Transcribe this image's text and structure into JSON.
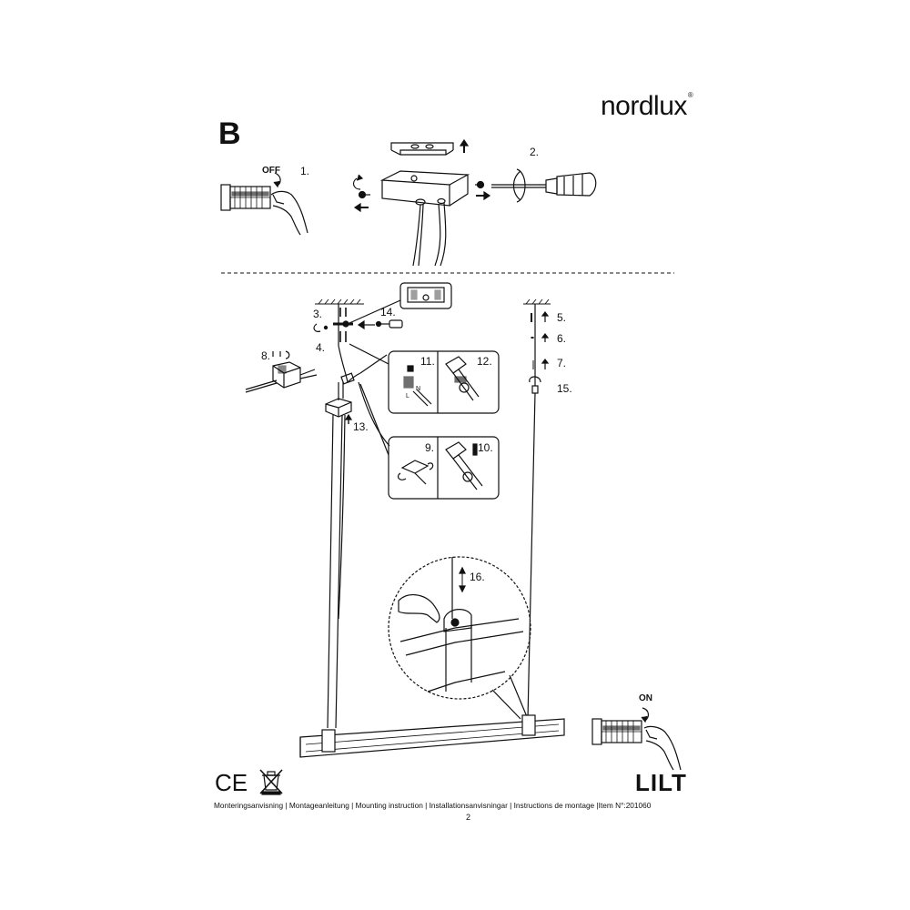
{
  "brand": {
    "name": "nordlux",
    "reg": "®"
  },
  "section": "B",
  "steps": {
    "s1": "1.",
    "s2": "2.",
    "s3": "3.",
    "s4": "4.",
    "s5": "5.",
    "s6": "6.",
    "s7": "7.",
    "s8": "8.",
    "s9": "9.",
    "s10": "10.",
    "s11": "11.",
    "s12": "12.",
    "s13": "13.",
    "s14": "14.",
    "s15": "15.",
    "s16": "16."
  },
  "switch": {
    "off": "OFF",
    "on": "ON"
  },
  "wire_labels": {
    "l": "L",
    "n": "N"
  },
  "ce_mark": "CE",
  "product_name": "LILT",
  "footer": "Monteringsanvisning | Montageanleitung | Mounting instruction | Installationsanvisningar | Instructions de montage |Item N°:201060",
  "page_number": "2"
}
